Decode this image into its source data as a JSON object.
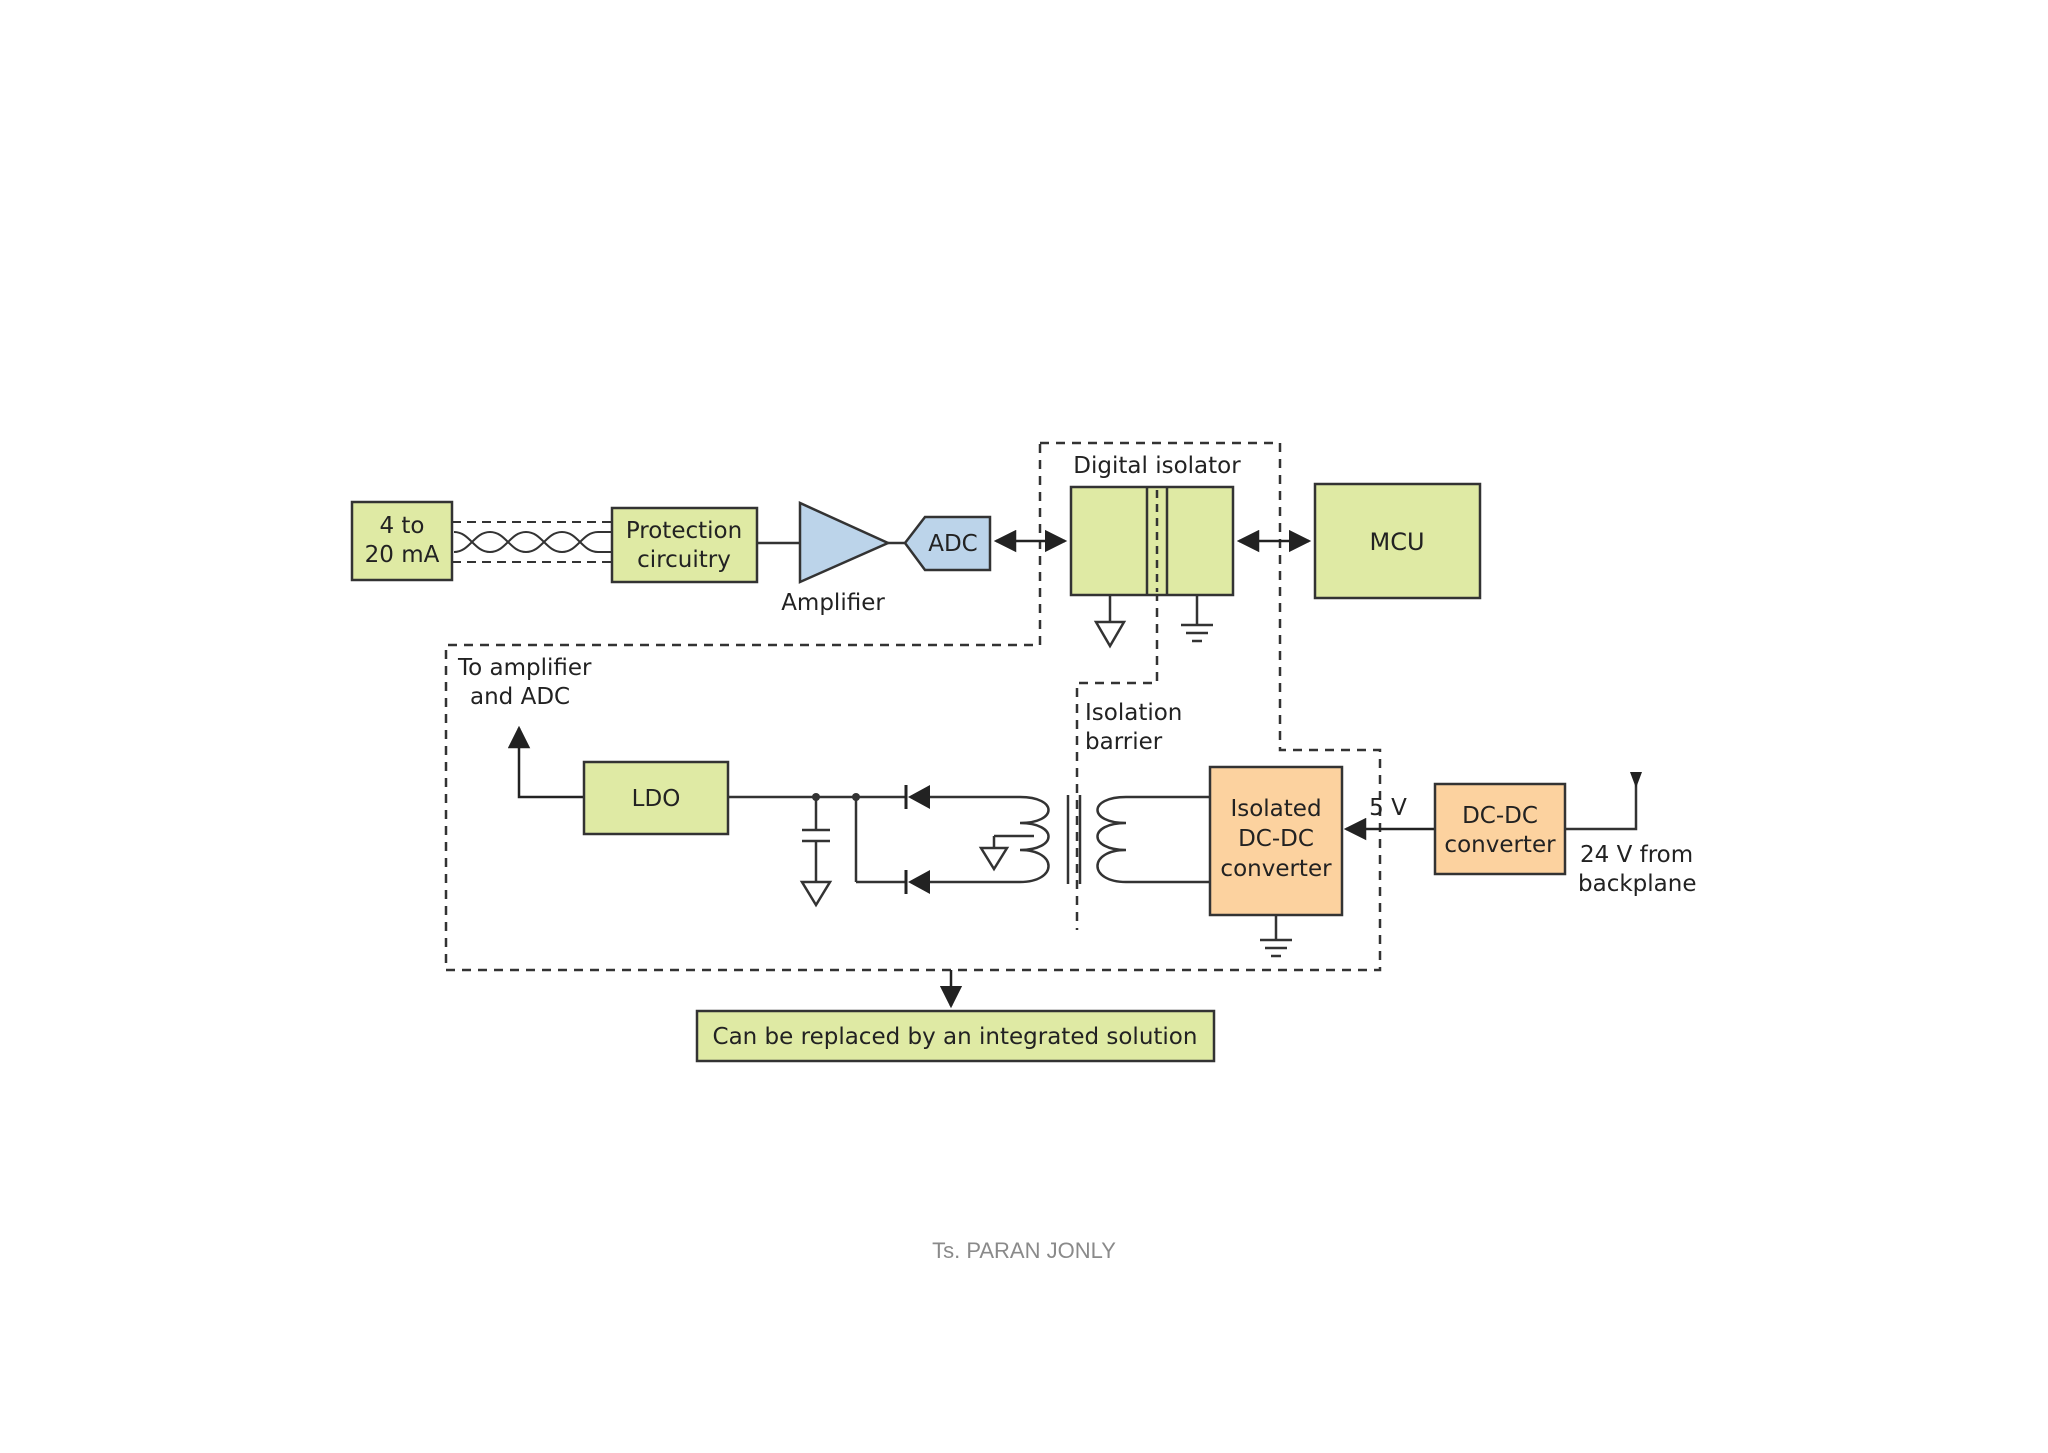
{
  "colors": {
    "green_block": "#dfeaa4",
    "blue_block": "#bcd4ea",
    "orange_block": "#fcd29f",
    "line": "#333333"
  },
  "blocks": {
    "source": {
      "line1": "4 to",
      "line2": "20 mA"
    },
    "protection": {
      "line1": "Protection",
      "line2": "circuitry"
    },
    "amplifier": {
      "label": "Amplifier"
    },
    "adc": {
      "label": "ADC"
    },
    "digital_isolator": {
      "label": "Digital isolator"
    },
    "mcu": {
      "label": "MCU"
    },
    "ldo": {
      "label": "LDO"
    },
    "isolated_dcdc": {
      "line1": "Isolated",
      "line2": "DC-DC",
      "line3": "converter"
    },
    "dcdc": {
      "line1": "DC-DC",
      "line2": "converter"
    },
    "integrated": {
      "label": "Can be replaced by an integrated solution"
    }
  },
  "labels": {
    "to_amp_line1": "To amplifier",
    "to_amp_line2": "and ADC",
    "isolation_line1": "Isolation",
    "isolation_line2": "barrier",
    "five_v": "5 V",
    "supply_line1": "24 V from",
    "supply_line2": "backplane"
  },
  "footer": {
    "author": "Ts. PARAN JONLY"
  }
}
